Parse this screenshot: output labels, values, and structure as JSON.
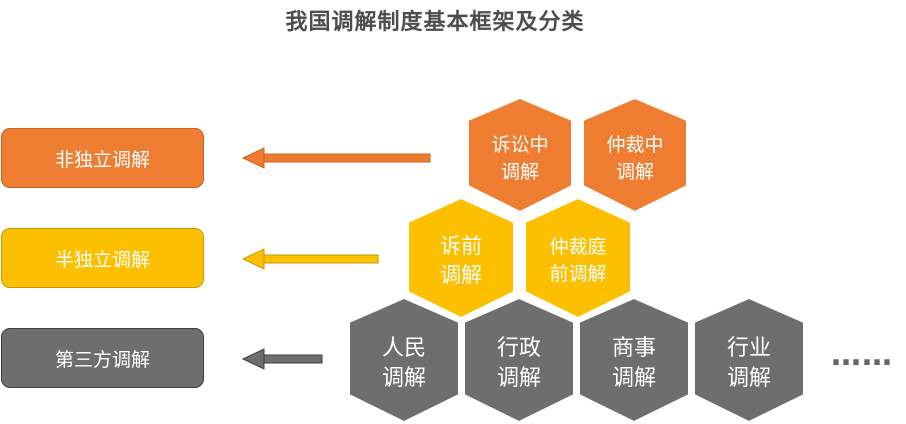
{
  "title": "我国调解制度基本框架及分类",
  "categories": [
    {
      "label": "非独立调解",
      "color": "#ee7d32"
    },
    {
      "label": "半独立调解",
      "color": "#fdc000"
    },
    {
      "label": "第三方调解",
      "color": "#6e6e6e"
    }
  ],
  "hexagons": {
    "top_row": [
      {
        "line1": "诉讼中",
        "line2": "调解"
      },
      {
        "line1": "仲裁中",
        "line2": "调解"
      }
    ],
    "middle_row": [
      {
        "line1": "诉前",
        "line2": "调解"
      },
      {
        "line1": "仲裁庭",
        "line2": "前调解"
      }
    ],
    "bottom_row": [
      {
        "line1": "人民",
        "line2": "调解"
      },
      {
        "line1": "行政",
        "line2": "调解"
      },
      {
        "line1": "商事",
        "line2": "调解"
      },
      {
        "line1": "行业",
        "line2": "调解"
      }
    ]
  },
  "ellipsis": "……",
  "colors": {
    "orange": "#ee7d32",
    "yellow": "#fdc000",
    "gray": "#6e6e6e"
  }
}
